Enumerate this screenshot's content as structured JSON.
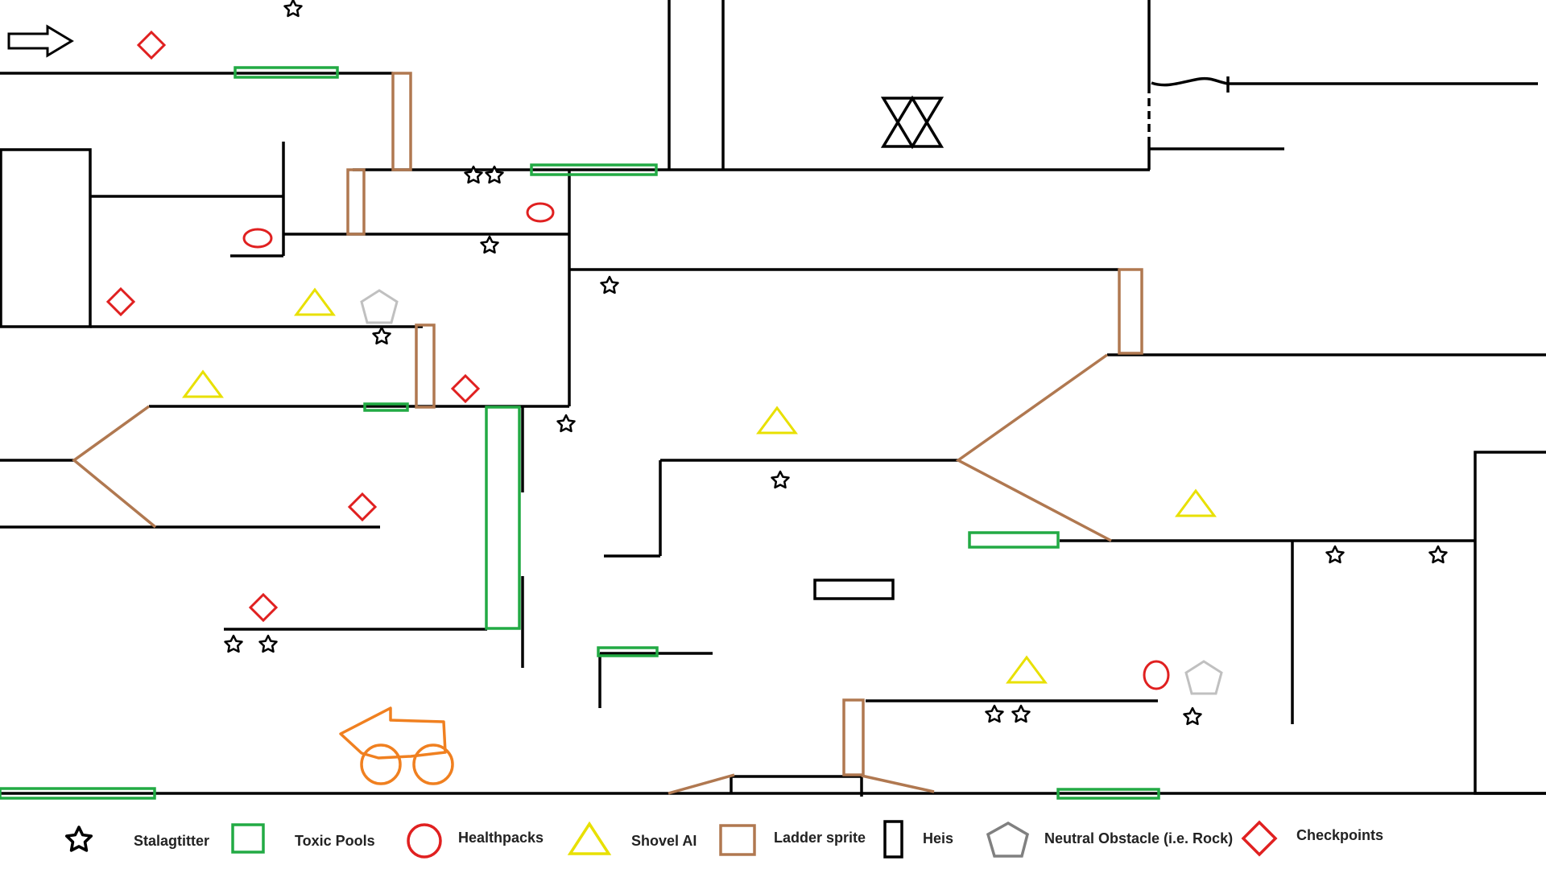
{
  "legend": {
    "stalactites": "Stalagtitter",
    "toxic_pools": "Toxic Pools",
    "healthpacks": "Healthpacks",
    "shovel_ai": "Shovel AI",
    "ladder_sprite": "Ladder sprite",
    "heis": "Heis",
    "neutral_obstacle": "Neutral Obstacle (i.e. Rock)",
    "checkpoints": "Checkpoints"
  },
  "colors": {
    "wall": "#000000",
    "toxic": "#22aa44",
    "health": "#e02020",
    "shovel": "#e8e000",
    "ladder": "#b07850",
    "rock": "#c0c0c0",
    "checkpoint": "#e02020",
    "vehicle": "#f08020"
  },
  "icons": {
    "start": "arrow-right-icon",
    "goal": "six-point-star-icon",
    "player_vehicle": "vehicle-icon"
  }
}
